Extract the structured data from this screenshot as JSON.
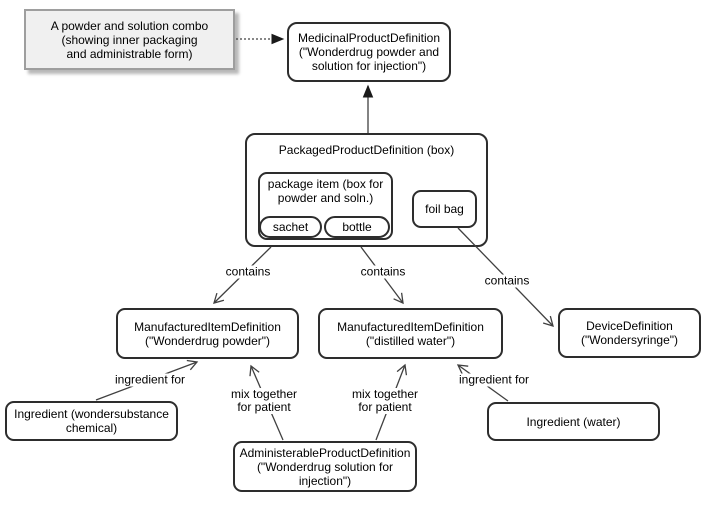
{
  "note": {
    "text": "A powder and solution combo\n(showing inner packaging\nand administrable form)"
  },
  "nodes": {
    "medicinal_product": {
      "label": "MedicinalProductDefinition\n(\"Wonderdrug powder and\nsolution for injection\")"
    },
    "packaged_product": {
      "label": "PackagedProductDefinition (box)"
    },
    "package_item": {
      "label": "package item (box for\npowder and soln.)"
    },
    "sachet": {
      "label": "sachet"
    },
    "bottle": {
      "label": "bottle"
    },
    "foil_bag": {
      "label": "foil bag"
    },
    "manufactured_powder": {
      "label": "ManufacturedItemDefinition\n(\"Wonderdrug powder\")"
    },
    "manufactured_water": {
      "label": "ManufacturedItemDefinition\n(\"distilled water\")"
    },
    "device": {
      "label": "DeviceDefinition\n(\"Wondersyringe\")"
    },
    "ingredient_chemical": {
      "label": "Ingredient (wondersubstance\nchemical)"
    },
    "administrable_product": {
      "label": "AdministerableProductDefinition\n(\"Wonderdrug solution for\ninjection\")"
    },
    "ingredient_water": {
      "label": "Ingredient (water)"
    }
  },
  "edge_labels": {
    "contains_1": "contains",
    "contains_2": "contains",
    "contains_3": "contains",
    "ingredient_for_left": "ingredient for",
    "mix_left": "mix together\nfor patient",
    "mix_right": "mix together\nfor patient",
    "ingredient_for_right": "ingredient for"
  },
  "colors": {
    "background": "#ffffff",
    "line": "#404040",
    "node_border": "#2d2d2d",
    "node_fill": "#ffffff",
    "note_fill": "#f0f0f0",
    "note_border": "#9e9e9e",
    "text": "#000000"
  }
}
